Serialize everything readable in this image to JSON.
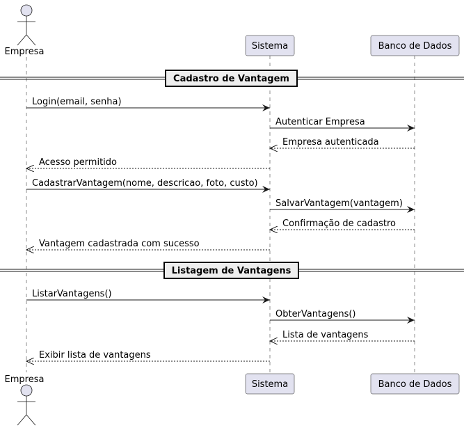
{
  "participants": {
    "actor": {
      "name": "Empresa"
    },
    "sistema": {
      "name": "Sistema"
    },
    "banco": {
      "name": "Banco de Dados"
    }
  },
  "sections": [
    {
      "title": "Cadastro de Vantagem"
    },
    {
      "title": "Listagem de Vantagens"
    }
  ],
  "messages": [
    {
      "from": "actor",
      "to": "sistema",
      "style": "sync",
      "label": "Login(email, senha)"
    },
    {
      "from": "sistema",
      "to": "banco",
      "style": "sync",
      "label": "Autenticar Empresa"
    },
    {
      "from": "banco",
      "to": "sistema",
      "style": "return",
      "label": "Empresa autenticada"
    },
    {
      "from": "sistema",
      "to": "actor",
      "style": "return",
      "label": "Acesso permitido"
    },
    {
      "from": "actor",
      "to": "sistema",
      "style": "sync",
      "label": "CadastrarVantagem(nome, descricao, foto, custo)"
    },
    {
      "from": "sistema",
      "to": "banco",
      "style": "sync",
      "label": "SalvarVantagem(vantagem)"
    },
    {
      "from": "banco",
      "to": "sistema",
      "style": "return",
      "label": "Confirmação de cadastro"
    },
    {
      "from": "sistema",
      "to": "actor",
      "style": "return",
      "label": "Vantagem cadastrada com sucesso"
    },
    {
      "from": "actor",
      "to": "sistema",
      "style": "sync",
      "label": "ListarVantagens()"
    },
    {
      "from": "sistema",
      "to": "banco",
      "style": "sync",
      "label": "ObterVantagens()"
    },
    {
      "from": "banco",
      "to": "sistema",
      "style": "return",
      "label": "Lista de vantagens"
    },
    {
      "from": "sistema",
      "to": "actor",
      "style": "return",
      "label": "Exibir lista de vantagens"
    }
  ],
  "colors": {
    "participant_fill": "#E2E2F0",
    "participant_stroke": "#181818",
    "lifeline": "#181818",
    "separator_fill": "#EEEEEE"
  }
}
